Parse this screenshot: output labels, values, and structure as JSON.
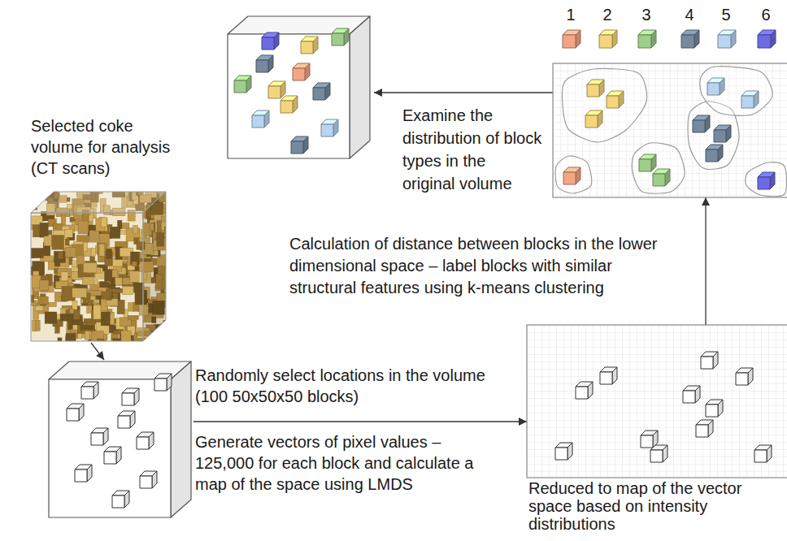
{
  "diagram": {
    "nodes": [
      {
        "text": []
      },
      {
        "text": []
      },
      {
        "text": [
          "Selected coke volume for analysis (CT scans)"
        ]
      },
      {
        "text": [
          "Randomly select locations in the volume (100 50x50x50 blocks)",
          "Generate vectors of pixel values – 125,000 for each block and calculate a map of the space using LMDS"
        ]
      },
      {
        "text": [
          "Reduced to map of the vector space based on intensity distributions"
        ]
      }
    ],
    "edges": [
      {
        "from": 2,
        "to": 3,
        "arrow": "to"
      },
      {
        "from": 3,
        "to": 4,
        "arrow": "to"
      },
      {
        "from": 4,
        "to": 1,
        "label": "Calculation of distance between blocks in the lower dimensional space – label blocks with similar structural features using k-means clustering",
        "arrow": "to"
      },
      {
        "from": 1,
        "to": 0,
        "label": "Examine the distribution of block types in the original volume",
        "arrow": "to"
      }
    ],
    "legend": [
      {
        "text": "1",
        "color": "#f3a684"
      },
      {
        "text": "2",
        "color": "#f5d57c"
      },
      {
        "text": "3",
        "color": "#9fcd8b"
      },
      {
        "text": "4",
        "color": "#76899e"
      },
      {
        "text": "5",
        "color": "#b8d4f0"
      },
      {
        "text": "6",
        "color": "#6d6be3"
      }
    ]
  }
}
